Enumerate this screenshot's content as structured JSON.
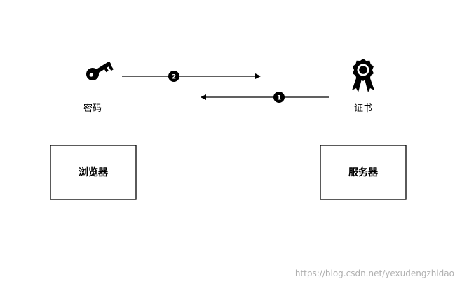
{
  "nodes": {
    "password_label": "密码",
    "certificate_label": "证书",
    "browser_label": "浏览器",
    "server_label": "服务器"
  },
  "steps": {
    "step_one": "1",
    "step_two": "2"
  },
  "icons": {
    "password": "key-icon",
    "certificate": "award-ribbon-icon"
  },
  "colors": {
    "line": "#000000",
    "watermark": "#b0b0b0"
  },
  "watermark": "https://blog.csdn.net/yexudengzhidao"
}
